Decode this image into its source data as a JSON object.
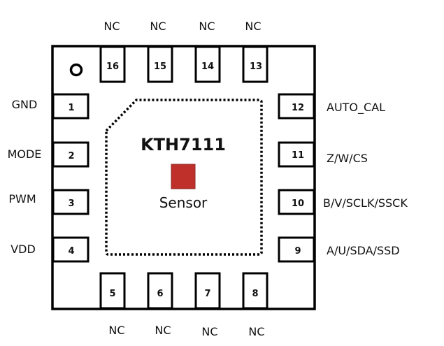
{
  "chip": {
    "name": "KTH7111",
    "sensor_label": "Sensor",
    "sensor_color": "#c0302a"
  },
  "pins": {
    "top": [
      {
        "number": "16",
        "signal": "NC"
      },
      {
        "number": "15",
        "signal": "NC"
      },
      {
        "number": "14",
        "signal": "NC"
      },
      {
        "number": "13",
        "signal": "NC"
      }
    ],
    "left": [
      {
        "number": "1",
        "signal": "GND"
      },
      {
        "number": "2",
        "signal": "MODE"
      },
      {
        "number": "3",
        "signal": "PWM"
      },
      {
        "number": "4",
        "signal": "VDD"
      }
    ],
    "right": [
      {
        "number": "12",
        "signal": "AUTO_CAL"
      },
      {
        "number": "11",
        "signal": "Z/W/CS"
      },
      {
        "number": "10",
        "signal": "B/V/SCLK/SSCK"
      },
      {
        "number": "9",
        "signal": "A/U/SDA/SSD"
      }
    ],
    "bottom": [
      {
        "number": "5",
        "signal": "NC"
      },
      {
        "number": "6",
        "signal": "NC"
      },
      {
        "number": "7",
        "signal": "NC"
      },
      {
        "number": "8",
        "signal": "NC"
      }
    ]
  }
}
